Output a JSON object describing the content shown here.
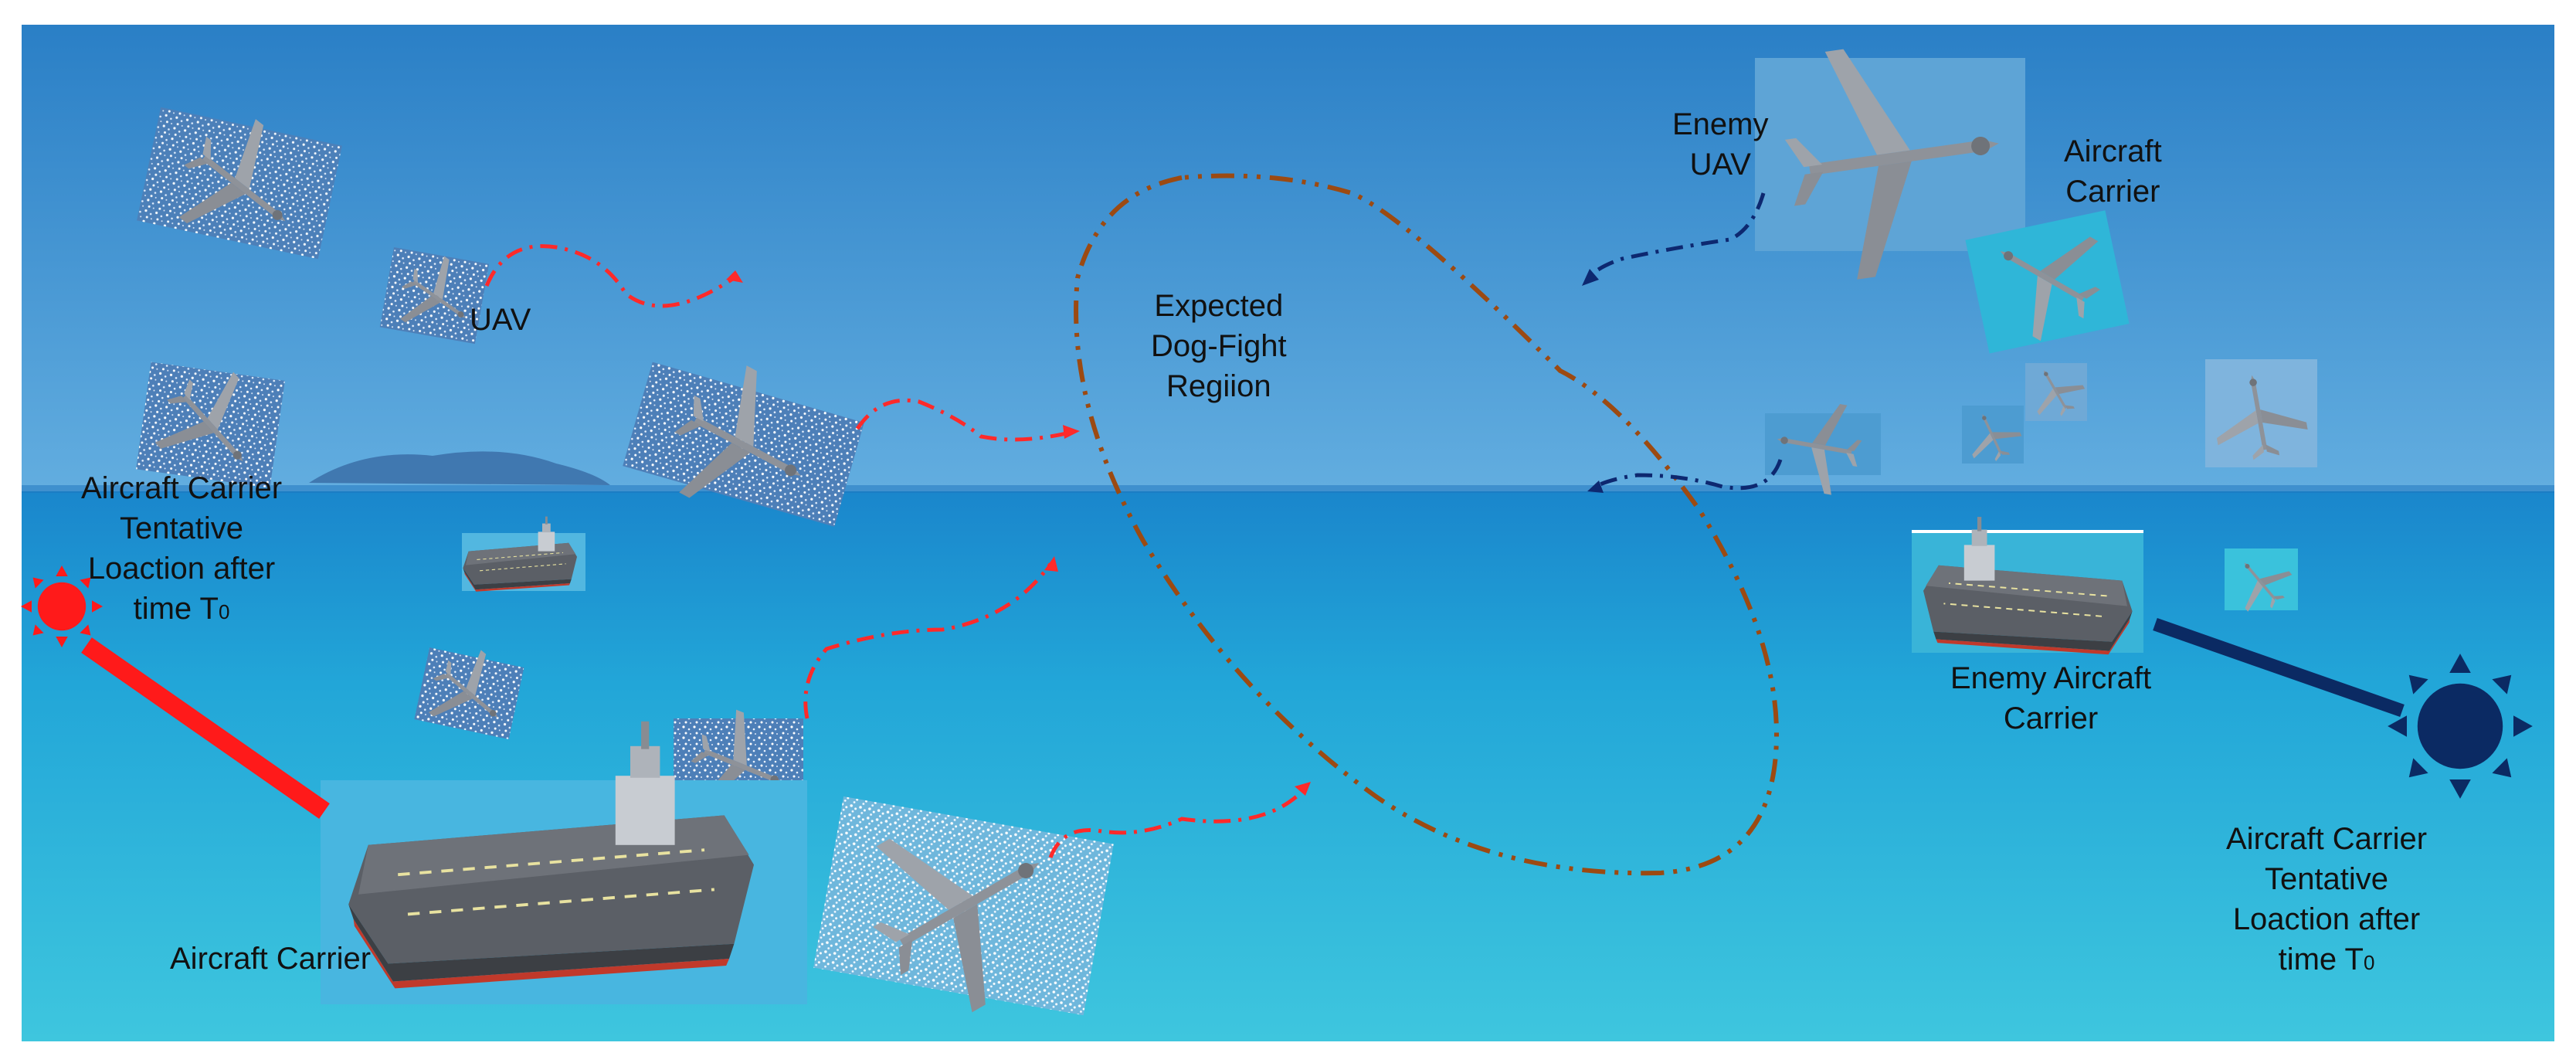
{
  "labels": {
    "uav": "UAV",
    "enemy_uav": [
      "Enemy",
      "UAV"
    ],
    "aircraft_carrier_top_right": [
      "Aircraft",
      "Carrier"
    ],
    "dogfight_region": [
      "Expected",
      "Dog-Fight",
      "Regiion"
    ],
    "left_tentative": {
      "lines": [
        "Aircraft Carrier",
        "Tentative",
        "Loaction after"
      ],
      "last_prefix": "time T",
      "last_subscript": "0"
    },
    "own_carrier": "Aircraft Carrier",
    "enemy_carrier": [
      "Enemy Aircraft",
      "Carrier"
    ],
    "right_tentative": {
      "lines": [
        "Aircraft Carrier",
        "Tentative",
        "Loaction after"
      ],
      "last_prefix": "time T",
      "last_subscript": "0"
    }
  },
  "colors": {
    "sky_top": "#2a7fc6",
    "sky_bottom": "#5fa8dd",
    "sea_far": "#1c8fd1",
    "sea_near": "#33bfdc",
    "friendly_marker": "#ff1a1a",
    "enemy_marker": "#0b2a63",
    "friendly_path": "#ff2a2a",
    "enemy_path": "#0d2870",
    "region_outline": "#9c4a12"
  },
  "icons": {
    "friendly_sun": "sun-marker-icon",
    "enemy_sun": "sun-marker-icon",
    "uav": "uav-drone-icon",
    "carrier": "aircraft-carrier-icon"
  }
}
